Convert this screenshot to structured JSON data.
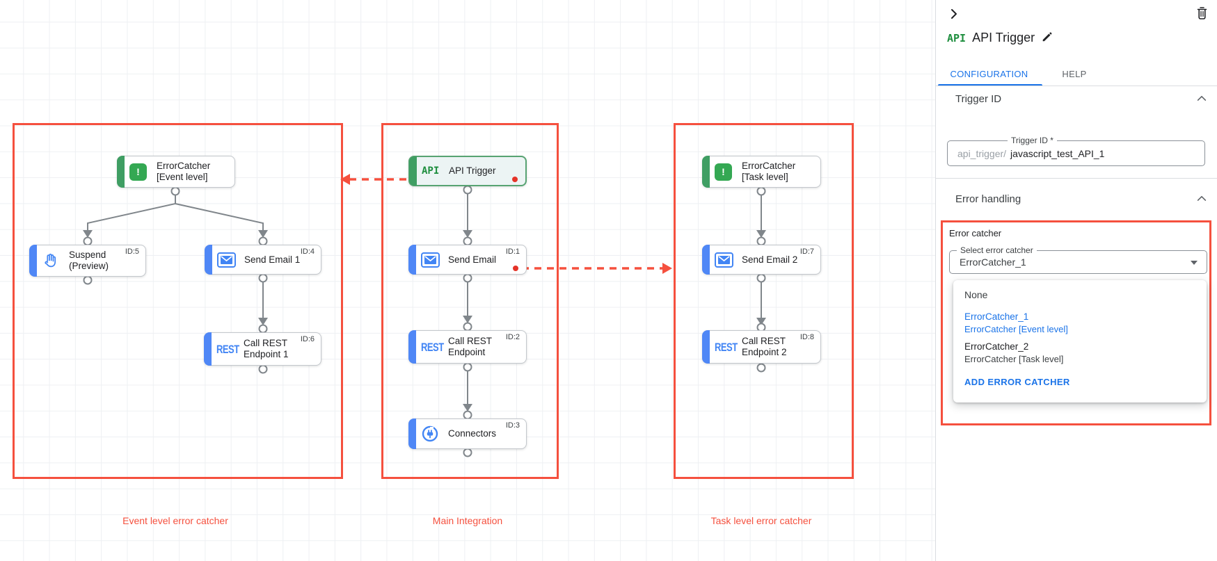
{
  "colors": {
    "highlight_red": "#f5503e",
    "task_blue": "#4285f4",
    "trigger_green": "#34a853",
    "link_blue": "#1a73e8",
    "connector_gray": "#80868b"
  },
  "icons": {
    "api_text": "API",
    "rest_text": "REST",
    "exclamation": "!"
  },
  "canvas": {
    "groups": [
      {
        "caption": "Event level error catcher"
      },
      {
        "caption": "Main Integration"
      },
      {
        "caption": "Task level error catcher"
      }
    ],
    "nodes": {
      "error_catcher_event": {
        "label": "ErrorCatcher",
        "label2": "[Event level]"
      },
      "suspend": {
        "label": "Suspend",
        "label2": "(Preview)",
        "id": "ID:5"
      },
      "send_email_1": {
        "label": "Send Email 1",
        "id": "ID:4"
      },
      "call_rest_1": {
        "label": "Call REST",
        "label2": "Endpoint 1",
        "id": "ID:6"
      },
      "api_trigger": {
        "label": "API Trigger"
      },
      "send_email": {
        "label": "Send Email",
        "id": "ID:1"
      },
      "call_rest": {
        "label": "Call REST",
        "label2": "Endpoint",
        "id": "ID:2"
      },
      "connectors": {
        "label": "Connectors",
        "id": "ID:3"
      },
      "error_catcher_task": {
        "label": "ErrorCatcher",
        "label2": "[Task level]"
      },
      "send_email_2": {
        "label": "Send Email 2",
        "id": "ID:7"
      },
      "call_rest_2": {
        "label": "Call REST",
        "label2": "Endpoint 2",
        "id": "ID:8"
      }
    }
  },
  "panel": {
    "title": "API Trigger",
    "tabs": [
      {
        "label": "CONFIGURATION"
      },
      {
        "label": "HELP"
      }
    ],
    "trigger_id": {
      "heading": "Trigger ID",
      "field_label": "Trigger ID *",
      "prefix": "api_trigger/",
      "value": "javascript_test_API_1"
    },
    "error_handling": {
      "heading": "Error handling",
      "group_label": "Error catcher",
      "select_label": "Select error catcher",
      "select_value": "ErrorCatcher_1",
      "dropdown": {
        "none_label": "None",
        "options": [
          {
            "name": "ErrorCatcher_1",
            "detail": "ErrorCatcher [Event level]"
          },
          {
            "name": "ErrorCatcher_2",
            "detail": "ErrorCatcher [Task level]"
          }
        ],
        "add_button": "ADD ERROR CATCHER"
      }
    }
  }
}
